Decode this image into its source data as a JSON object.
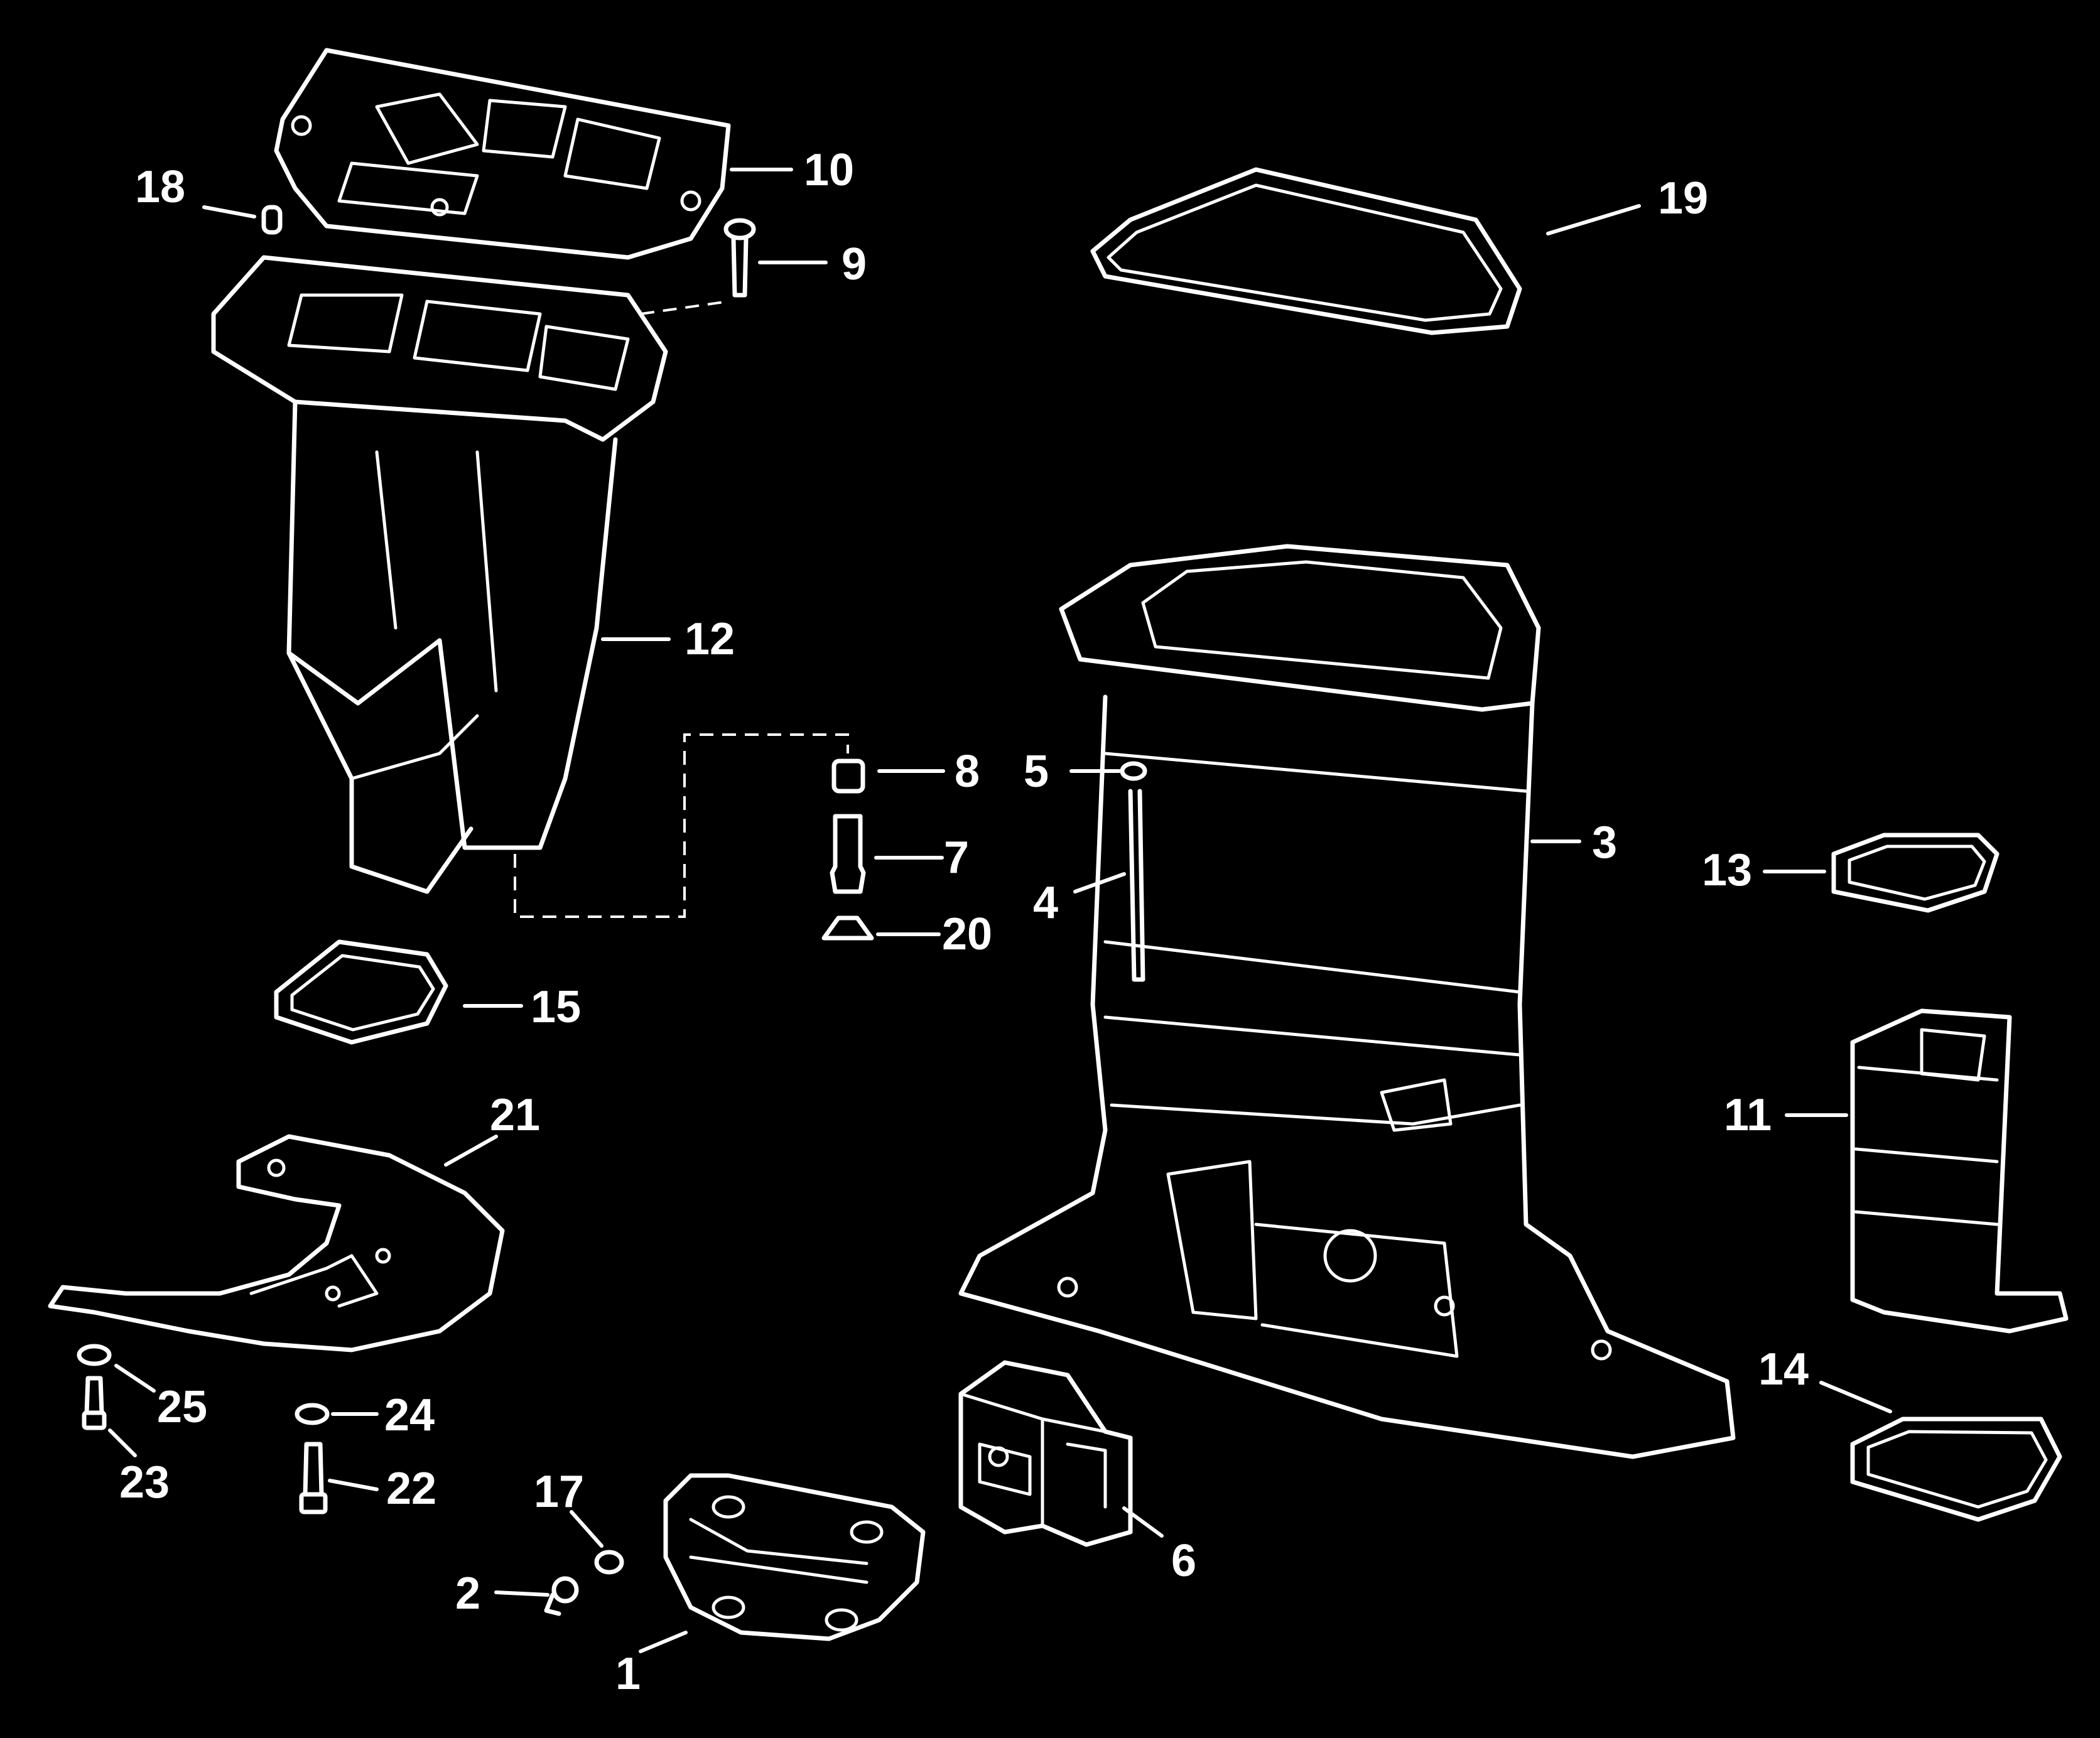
{
  "callouts": {
    "c1": "1",
    "c2": "2",
    "c3": "3",
    "c4": "4",
    "c5": "5",
    "c6": "6",
    "c7": "7",
    "c8": "8",
    "c9": "9",
    "c10": "10",
    "c11": "11",
    "c12": "12",
    "c13": "13",
    "c14": "14",
    "c15": "15",
    "c17": "17",
    "c18": "18",
    "c19": "19",
    "c20": "20",
    "c21": "21",
    "c22": "22",
    "c23": "23",
    "c24": "24",
    "c25": "25"
  },
  "colors": {
    "background": "#000000",
    "line": "#ffffff"
  }
}
